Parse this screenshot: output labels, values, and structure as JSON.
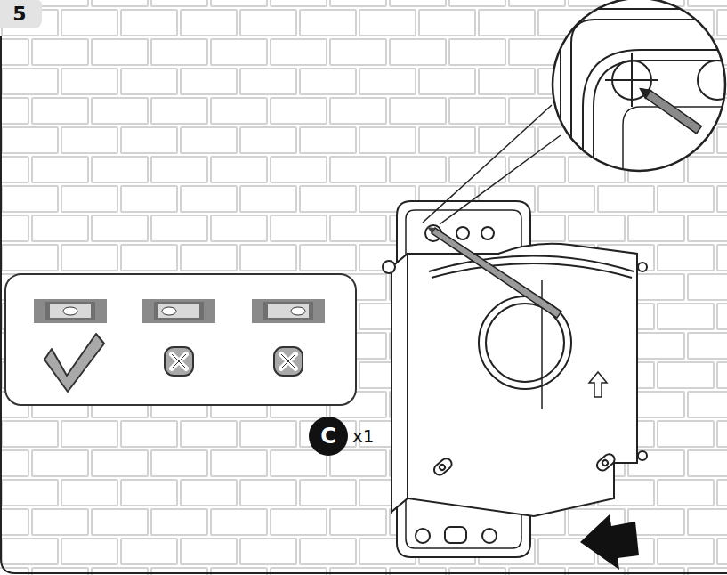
{
  "diagram": {
    "nodes": [
      {
        "text": [
          "5"
        ]
      },
      {
        "text": [
          "C"
        ]
      }
    ],
    "labels": [
      "x1"
    ]
  }
}
